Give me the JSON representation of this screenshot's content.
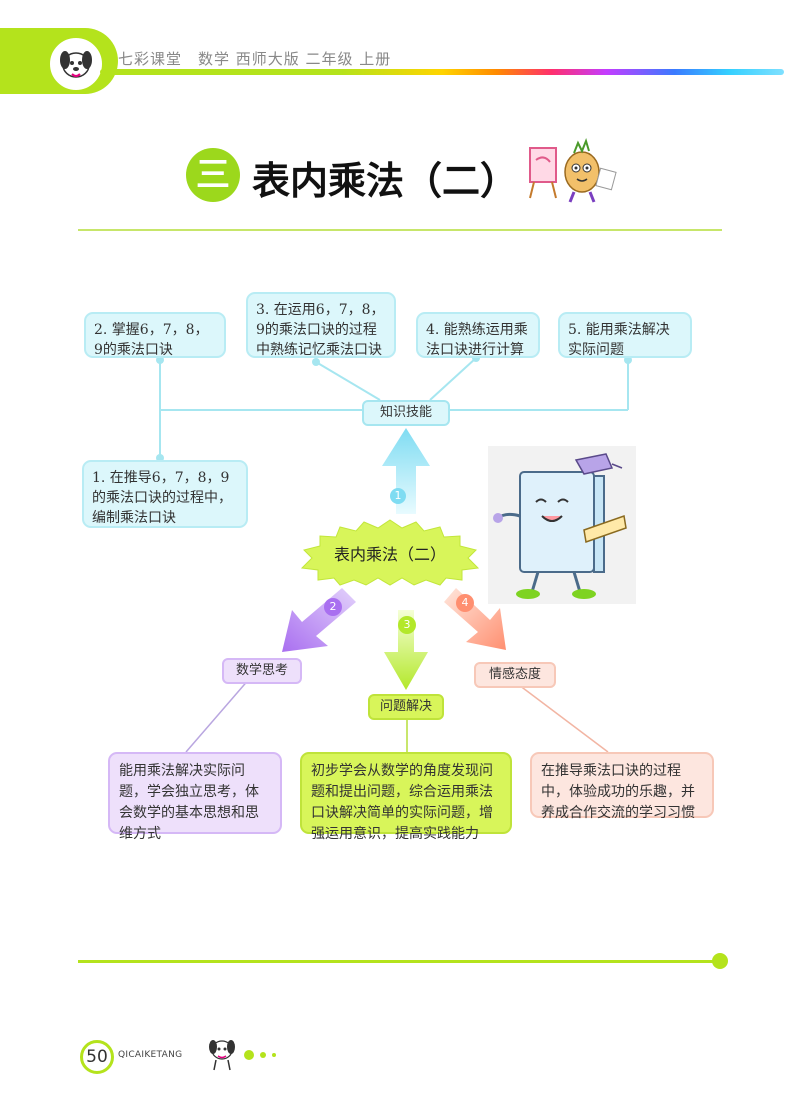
{
  "header": {
    "series_title": "七彩课堂　数学  西师大版  二年级  上册"
  },
  "chapter": {
    "number": "三",
    "title": "表内乘法（二）"
  },
  "center": {
    "label": "表内乘法（二）"
  },
  "knowledge": {
    "tag": "知识技能",
    "items": [
      "1. 在推导6，7，8，9的乘法口诀的过程中，编制乘法口诀",
      "2. 掌握6，7，8，9的乘法口诀",
      "3. 在运用6，7，8，9的乘法口诀的过程中熟练记忆乘法口诀",
      "4. 能熟练运用乘法口诀进行计算",
      "5. 能用乘法解决实际问题"
    ]
  },
  "arrows": {
    "n1": "1",
    "n2": "2",
    "n3": "3",
    "n4": "4"
  },
  "math_thinking": {
    "tag": "数学思考",
    "text": "能用乘法解决实际问题，学会独立思考，体会数学的基本思想和思维方式"
  },
  "problem_solving": {
    "tag": "问题解决",
    "text": "初步学会从数学的角度发现问题和提出问题，综合运用乘法口诀解决简单的实际问题，增强运用意识，提高实践能力"
  },
  "attitude": {
    "tag": "情感态度",
    "text": "在推导乘法口诀的过程中，体验成功的乐趣，并养成合作交流的学习习惯"
  },
  "footer": {
    "page_number": "50",
    "brand": "QICAIKETANG"
  },
  "colors": {
    "accent_green": "#b4e31c",
    "knowledge_blue": "#dcf7fb",
    "thinking_purple": "#eee0fb",
    "solving_green": "#d8f55a",
    "attitude_pink": "#fde6df"
  }
}
